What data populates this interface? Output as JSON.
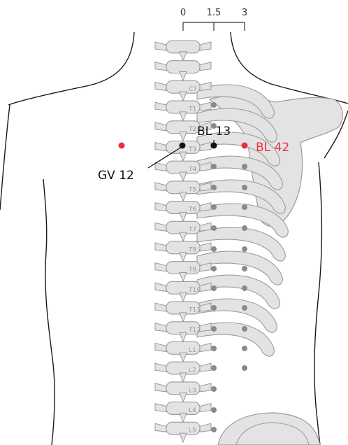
{
  "scale": {
    "ticks": [
      "0",
      "1.5",
      "3"
    ]
  },
  "vertebrae": [
    "C7",
    "T1",
    "T2",
    "T3",
    "T4",
    "T5",
    "T6",
    "T7",
    "T8",
    "T9",
    "T10",
    "T11",
    "T12",
    "L1",
    "L2",
    "L3",
    "L4",
    "L5"
  ],
  "points": [
    {
      "id": "GV 12",
      "label": "GV 12",
      "highlight": false
    },
    {
      "id": "BL 13",
      "label": "BL 13",
      "highlight": false
    },
    {
      "id": "BL 42",
      "label": "BL 42",
      "highlight": true
    }
  ],
  "colors": {
    "highlight": "#e8313a",
    "point": "#111111",
    "bone": "#e3e3e3",
    "bone_stroke": "#9a9a9a",
    "outline": "#1a1a1a",
    "grey_point": "#8a8a8a"
  }
}
